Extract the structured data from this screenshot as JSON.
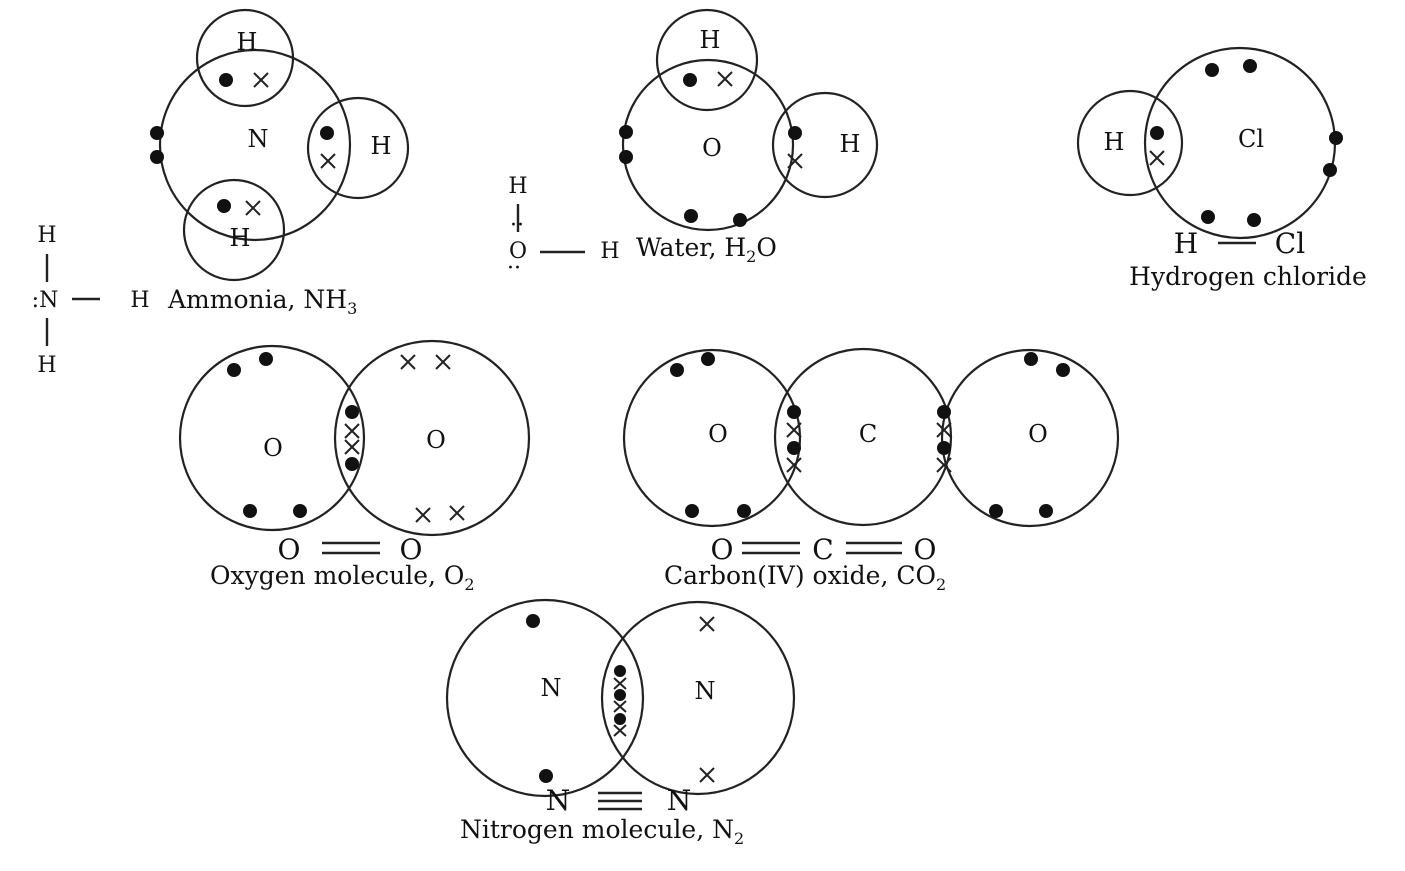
{
  "ammonia": {
    "atom_n": "N",
    "atom_h1": "H",
    "atom_h2": "H",
    "atom_h3": "H",
    "struct_top_h": "H",
    "struct_center": ":N",
    "struct_right_h": "H",
    "struct_bottom_h": "H",
    "caption_text": "Ammonia, NH",
    "caption_sub": "3"
  },
  "water": {
    "atom_o": "O",
    "atom_h1": "H",
    "atom_h2": "H",
    "struct_top_h": "H",
    "struct_center": "O",
    "struct_right_h": "H",
    "caption_text": "Water, H",
    "caption_sub": "2",
    "caption_tail": "O"
  },
  "hydrogen_chloride": {
    "atom_h": "H",
    "atom_cl": "Cl",
    "formula_left": "H",
    "formula_right": "Cl",
    "caption": "Hydrogen chloride"
  },
  "oxygen": {
    "atom_o1": "O",
    "atom_o2": "O",
    "formula_left": "O",
    "formula_right": "O",
    "caption_text": "Oxygen molecule, O",
    "caption_sub": "2"
  },
  "carbon_dioxide": {
    "atom_o1": "O",
    "atom_c": "C",
    "atom_o2": "O",
    "formula_left": "O",
    "formula_mid": "C",
    "formula_right": "O",
    "caption_text": "Carbon(IV) oxide, CO",
    "caption_sub": "2"
  },
  "nitrogen": {
    "atom_n1": "N",
    "atom_n2": "N",
    "formula_left": "N",
    "formula_right": "N",
    "caption_text": "Nitrogen molecule, N",
    "caption_sub": "2"
  }
}
